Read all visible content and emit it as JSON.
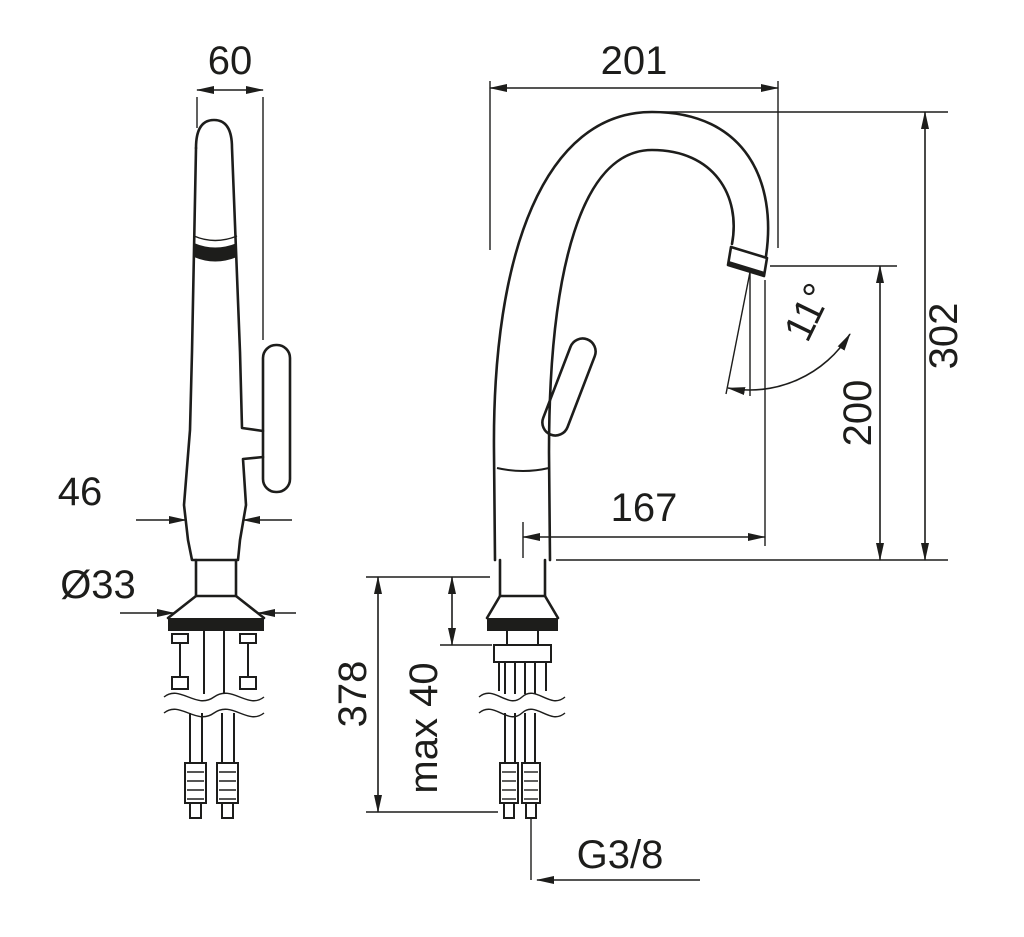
{
  "colors": {
    "line": "#1d1d1b",
    "background": "#ffffff"
  },
  "dims": {
    "spout_depth": "60",
    "spout_reach": "201",
    "body_depth": "46",
    "base_diameter": "Ø33",
    "outlet_angle": "11°",
    "total_height": "302",
    "outlet_height": "200",
    "outlet_offset": "167",
    "hose_length": "378",
    "deck_thickness": "max 40",
    "connection_thread": "G3/8"
  }
}
